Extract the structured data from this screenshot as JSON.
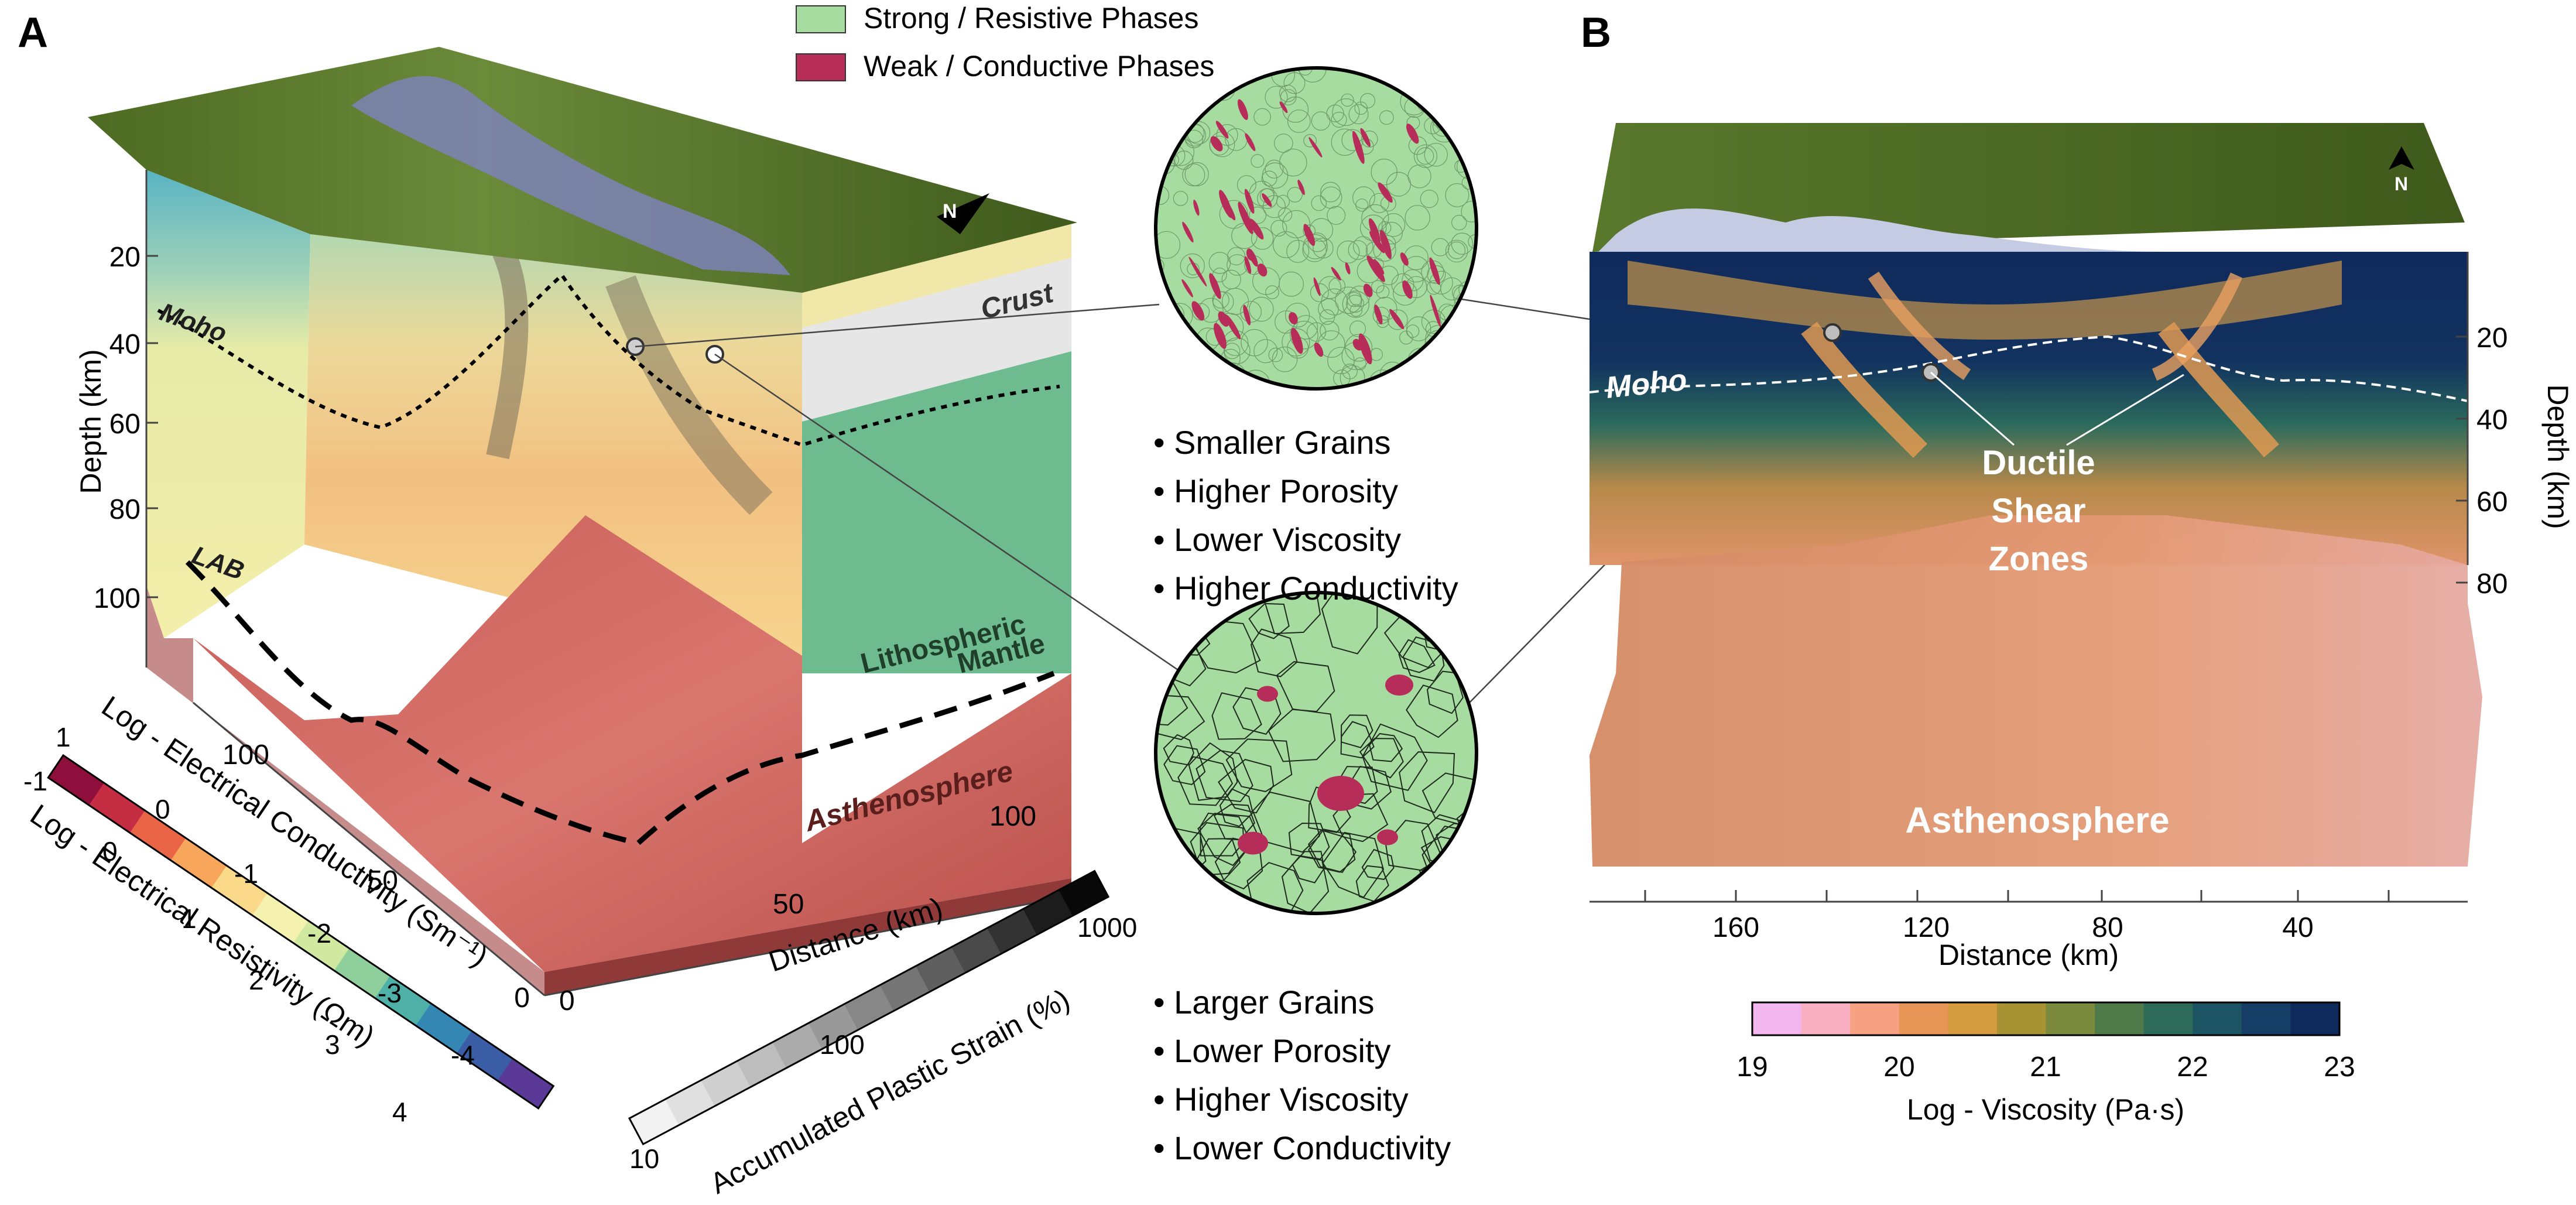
{
  "panel_a": {
    "letter": "A",
    "depth_axis": {
      "label": "Depth (km)",
      "ticks": [
        "20",
        "40",
        "60",
        "80",
        "100"
      ]
    },
    "distance_axis_front": {
      "ticks": [
        "0",
        "50",
        "100"
      ]
    },
    "distance_axis_side": {
      "label": "Distance (km)",
      "ticks": [
        "0",
        "50",
        "100"
      ]
    },
    "boundary_labels": {
      "moho": "Moho",
      "lab": "LAB"
    },
    "layer_labels": {
      "crust": "Crust",
      "lithospheric_mantle_1": "Lithospheric",
      "lithospheric_mantle_2": "Mantle",
      "asthenosphere": "Asthenosphere"
    },
    "north_arrow": "N",
    "conductivity_colorbar": {
      "conductivity_label": "Log - Electrical Conductivity (Sm⁻¹)",
      "resistivity_label": "Log - Electrical Resistivity (Ωm)",
      "conductivity_ticks": [
        "1",
        "0",
        "-1",
        "-2",
        "-3",
        "-4"
      ],
      "resistivity_ticks": [
        "-1",
        "0",
        "1",
        "2",
        "3",
        "4"
      ],
      "colors": [
        "#8e0f3b",
        "#c52d43",
        "#ea6545",
        "#f7a65b",
        "#fbd98a",
        "#f5f2b0",
        "#d1e8a0",
        "#8fcf9b",
        "#4fb0a8",
        "#3587b3",
        "#3a5da6",
        "#5a3a96"
      ]
    },
    "strain_colorbar": {
      "label": "Accumulated Plastic Strain (%)",
      "ticks": [
        "10",
        "100",
        "1000"
      ],
      "colors": [
        "#f2f2f2",
        "#e0e0e0",
        "#cfcfcf",
        "#bdbdbd",
        "#ababab",
        "#999999",
        "#878787",
        "#757575",
        "#5f5f5f",
        "#4a4a4a",
        "#333333",
        "#1c1c1c",
        "#080808"
      ]
    }
  },
  "legend": {
    "items": [
      {
        "label": "Strong / Resistive Phases",
        "color": "#a7dca1"
      },
      {
        "label": "Weak / Conductive Phases",
        "color": "#b72d59"
      }
    ]
  },
  "microstructures": {
    "upper_bullets": [
      "Smaller Grains",
      "Higher Porosity",
      "Lower Viscosity",
      "Higher Conductivity"
    ],
    "lower_bullets": [
      "Larger Grains",
      "Lower Porosity",
      "Higher Viscosity",
      "Lower Conductivity"
    ],
    "grain_color": "#a7dca1",
    "melt_color": "#b72d59"
  },
  "panel_b": {
    "letter": "B",
    "depth_axis": {
      "label": "Depth (km)",
      "ticks": [
        "20",
        "40",
        "60",
        "80"
      ]
    },
    "distance_axis": {
      "label": "Distance (km)",
      "ticks": [
        "160",
        "120",
        "80",
        "40"
      ]
    },
    "labels": {
      "moho": "Moho",
      "shear_1": "Ductile",
      "shear_2": "Shear",
      "shear_3": "Zones",
      "asthenosphere": "Asthenosphere"
    },
    "north_arrow": "N",
    "viscosity_colorbar": {
      "label": "Log - Viscosity (Pa·s)",
      "ticks": [
        "19",
        "20",
        "21",
        "22",
        "23"
      ],
      "colors": [
        "#f3b6ef",
        "#f9b0c3",
        "#f6a182",
        "#e79658",
        "#d49a3e",
        "#a89334",
        "#7b8a3c",
        "#4f7a4a",
        "#2d6a58",
        "#1c5463",
        "#153d66",
        "#0e2a5c"
      ]
    }
  }
}
